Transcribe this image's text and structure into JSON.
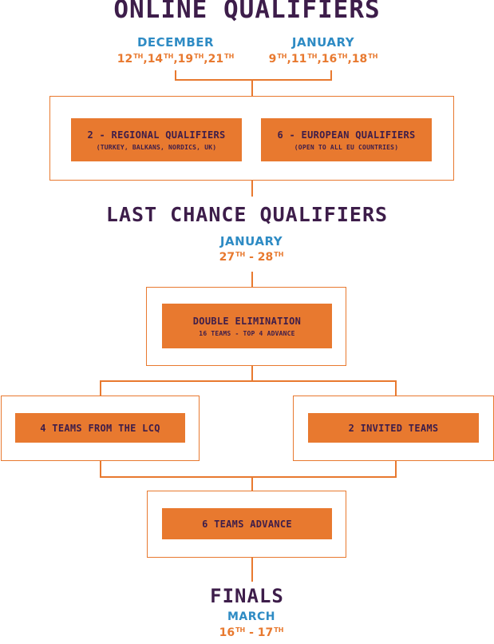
{
  "online": {
    "title": "ONLINE QUALIFIERS",
    "december": {
      "month": "DECEMBER",
      "dates": [
        {
          "day": "12",
          "suffix": "TH",
          "sep": ","
        },
        {
          "day": "14",
          "suffix": "TH",
          "sep": ","
        },
        {
          "day": "19",
          "suffix": "TH",
          "sep": ","
        },
        {
          "day": "21",
          "suffix": "TH",
          "sep": ""
        }
      ]
    },
    "january": {
      "month": "JANUARY",
      "dates": [
        {
          "day": "9",
          "suffix": "TH",
          "sep": ","
        },
        {
          "day": "11",
          "suffix": "TH",
          "sep": ","
        },
        {
          "day": "16",
          "suffix": "TH",
          "sep": ","
        },
        {
          "day": "18",
          "suffix": "TH",
          "sep": ""
        }
      ]
    },
    "regional": {
      "main": "2 - REGIONAL QUALIFIERS",
      "sub": "(TURKEY, BALKANS, NORDICS, UK)"
    },
    "european": {
      "main": "6 - EUROPEAN QUALIFIERS",
      "sub": "(OPEN TO ALL EU COUNTRIES)"
    }
  },
  "lcq": {
    "title": "LAST CHANCE QUALIFIERS",
    "month": "JANUARY",
    "dates": [
      {
        "day": "27",
        "suffix": "TH",
        "sep": " - "
      },
      {
        "day": "28",
        "suffix": "TH",
        "sep": ""
      }
    ],
    "elimination": {
      "main": "DOUBLE ELIMINATION",
      "sub": "16 TEAMS - TOP 4 ADVANCE"
    }
  },
  "teams": {
    "from_lcq": "4 TEAMS FROM THE LCQ",
    "invited": "2 INVITED TEAMS",
    "advance": "6 TEAMS ADVANCE"
  },
  "finals": {
    "title": "FINALS",
    "month": "MARCH",
    "dates": [
      {
        "day": "16",
        "suffix": "TH",
        "sep": " - "
      },
      {
        "day": "17",
        "suffix": "TH",
        "sep": ""
      }
    ]
  },
  "colors": {
    "orange": "#e8792f",
    "purple": "#3d1d4a",
    "blue": "#2e8bc4"
  }
}
